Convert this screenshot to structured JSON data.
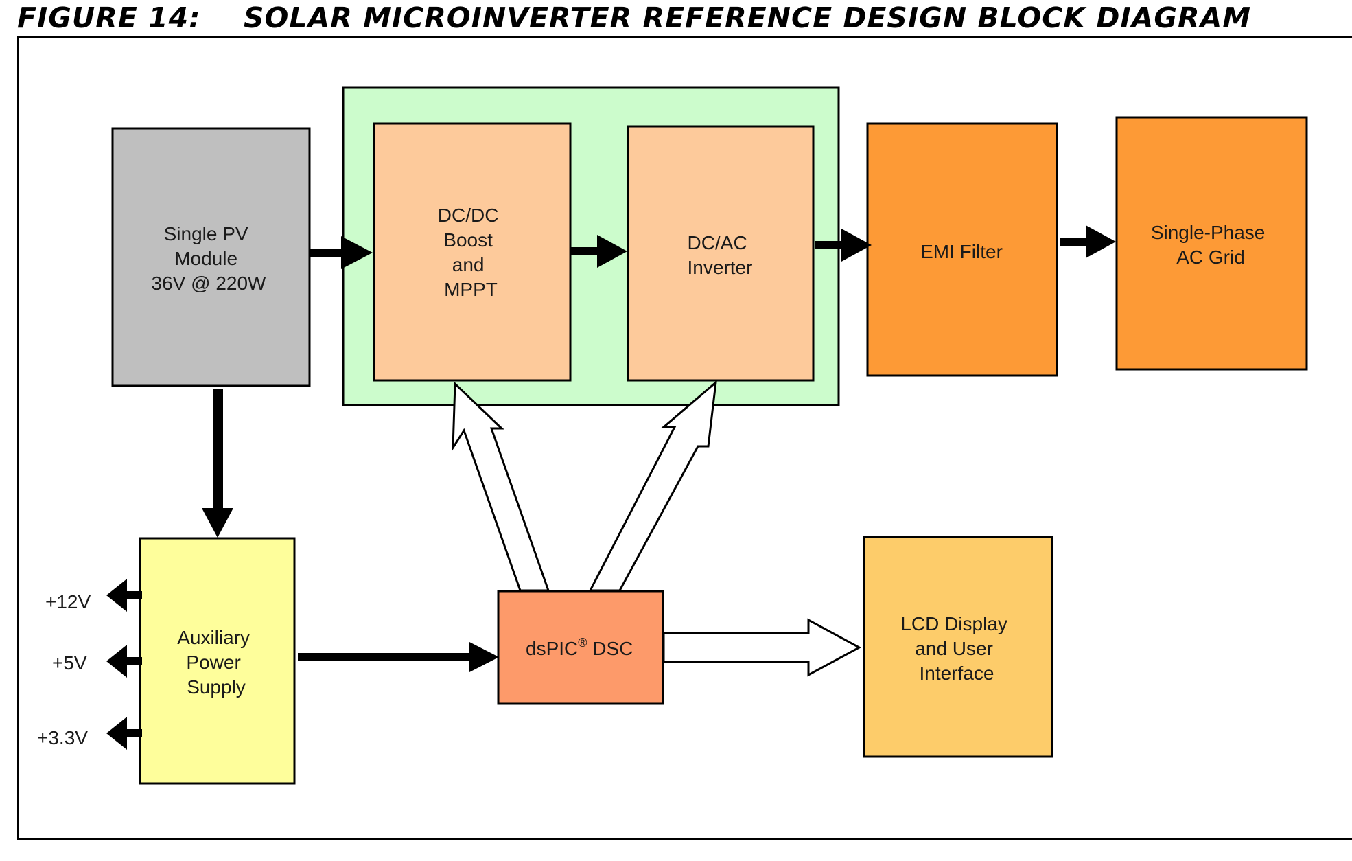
{
  "figure": {
    "number": "FIGURE 14:",
    "title": "SOLAR MICROINVERTER REFERENCE DESIGN BLOCK DIAGRAM"
  },
  "blocks": {
    "pv_module": {
      "lines": [
        "Single PV",
        "Module",
        "36V @ 220W"
      ],
      "color": "#bfbfbf"
    },
    "power_stage": {
      "color": "#ccfccc"
    },
    "dcdc": {
      "lines": [
        "DC/DC",
        "Boost",
        "and",
        "MPPT"
      ],
      "color": "#fdca9b"
    },
    "dcac": {
      "lines": [
        "DC/AC",
        "Inverter"
      ],
      "color": "#fdca9b"
    },
    "emi": {
      "lines": [
        "EMI Filter"
      ],
      "color": "#fd9a36"
    },
    "grid": {
      "lines": [
        "Single-Phase",
        "AC Grid"
      ],
      "color": "#fd9a36"
    },
    "aux": {
      "lines": [
        "Auxiliary",
        "Power",
        "Supply"
      ],
      "color": "#fefe9b"
    },
    "dsc": {
      "label_main": "dsPIC",
      "label_sup": "®",
      "label_rest": " DSC",
      "color": "#fd9a6a"
    },
    "lcd": {
      "lines": [
        "LCD Display",
        "and User",
        "Interface"
      ],
      "color": "#fdcc6a"
    }
  },
  "rails": [
    "+12V",
    "+5V",
    "+3.3V"
  ]
}
